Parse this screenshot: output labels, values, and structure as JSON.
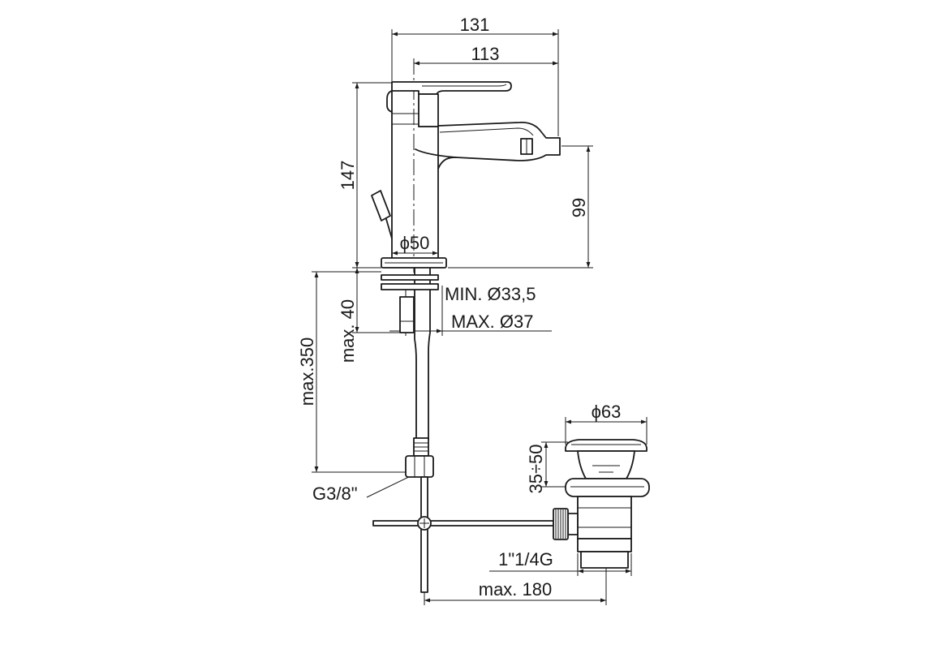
{
  "colors": {
    "ink": "#1a1a1a",
    "paper": "#ffffff"
  },
  "mixer": {
    "overall_dim": "131",
    "reach_dim": "113",
    "rise_dim": "147",
    "outlet_level_dim": "99",
    "body_dia": "ϕ50",
    "hole_min": "MIN. Ø33,5",
    "hole_max": "MAX. Ø37",
    "deck_max": "max. 40",
    "hose_max": "max.350",
    "hose_thread": "G3/8\""
  },
  "waste": {
    "cap_dia": "ϕ63",
    "adjust_range": "35÷50",
    "thread": "1\"1/4G",
    "rod_reach": "max. 180"
  }
}
